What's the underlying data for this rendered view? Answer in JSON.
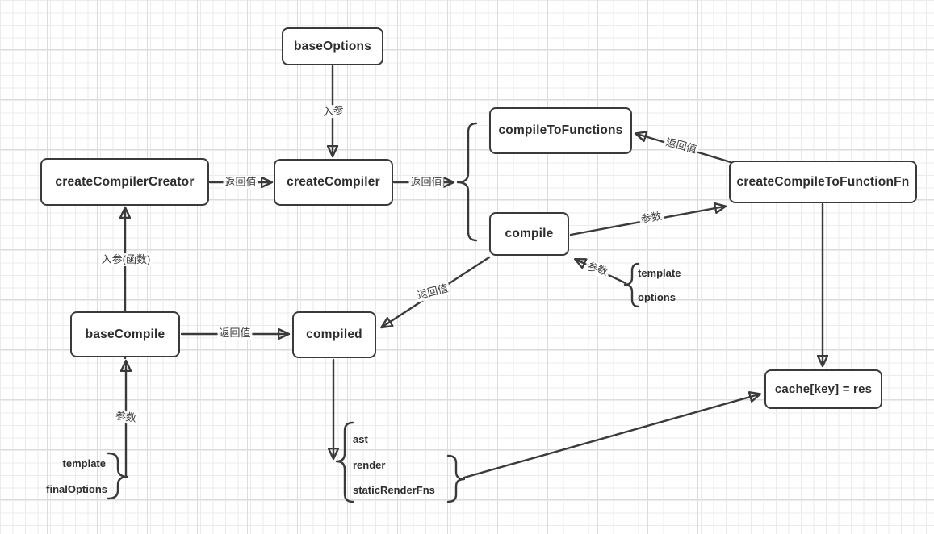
{
  "nodes": {
    "baseOptions": {
      "label": "baseOptions"
    },
    "createCompilerCreator": {
      "label": "createCompilerCreator"
    },
    "createCompiler": {
      "label": "createCompiler"
    },
    "compileToFunctions": {
      "label": "compileToFunctions"
    },
    "compile": {
      "label": "compile"
    },
    "createCompileToFunctionFn": {
      "label": "createCompileToFunctionFn"
    },
    "baseCompile": {
      "label": "baseCompile"
    },
    "compiled": {
      "label": "compiled"
    },
    "cacheAssign": {
      "label": "cache[key] = res"
    }
  },
  "edges": {
    "baseOptions_to_createCompiler": {
      "label": "入参"
    },
    "createCompilerCreator_to_createCompiler": {
      "label": "返回值"
    },
    "baseCompile_to_createCompilerCreator": {
      "label": "入参(函数)"
    },
    "createCompiler_to_group": {
      "label": "返回值"
    },
    "createCompileToFunctionFn_to_compileToFunctions": {
      "label": "返回值"
    },
    "compile_to_createCompileToFunctionFn": {
      "label": "参数"
    },
    "params_to_compile": {
      "label": "参数"
    },
    "compile_to_compiled": {
      "label": "返回值"
    },
    "baseCompile_to_compiled": {
      "label": "返回值"
    },
    "params_to_baseCompile": {
      "label": "参数"
    }
  },
  "groups": {
    "compile_params": {
      "items": [
        "template",
        "options"
      ]
    },
    "baseCompile_params": {
      "items": [
        "template",
        "finalOptions"
      ]
    },
    "compiled_result": {
      "items": [
        "ast",
        "render",
        "staticRenderFns"
      ]
    }
  },
  "colors": {
    "stroke": "#3a3a3a",
    "text": "#2d2d2d",
    "label": "#3c3c3c",
    "grid_minor": "#ebebeb",
    "grid_major": "#dcdcdc"
  }
}
